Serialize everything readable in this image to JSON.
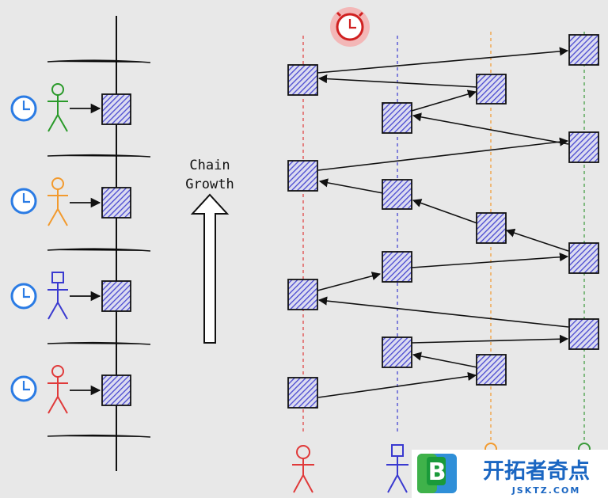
{
  "diagram": {
    "growth_label_line1": "Chain",
    "growth_label_line2": "Growth",
    "lane_colors": [
      "#e03a3a",
      "#3a3ad0",
      "#f29a2e",
      "#3a9a3a"
    ],
    "block_fill": "#5050d8",
    "clock_color": "#2a7be4",
    "alarm_color": "#d02020",
    "icons": [
      "clock-icon",
      "stick-figure-icon",
      "alarm-clock-icon",
      "arrow-up-icon"
    ]
  },
  "watermark": {
    "logo_letter": "B",
    "name": "开拓者奇点",
    "domain": "JSKTZ.COM"
  }
}
